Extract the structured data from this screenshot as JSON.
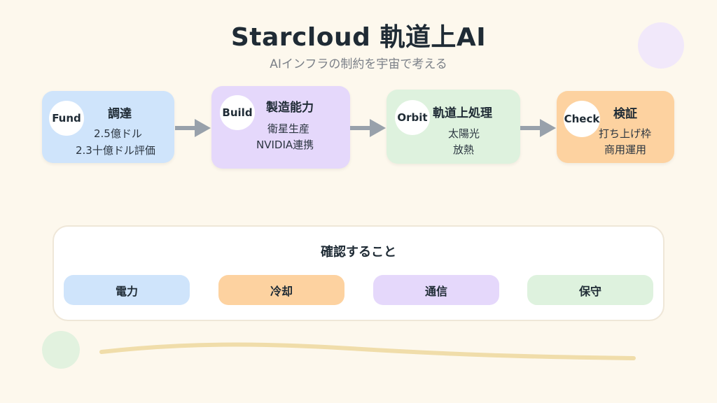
{
  "title": "Starcloud 軌道上AI",
  "subtitle": "AIインフラの制約を宇宙で考える",
  "colors": {
    "background": "#fdf8ed",
    "blue": "#cfe4fb",
    "purple": "#e5d8fb",
    "green": "#def2de",
    "orange": "#fdd2a0",
    "arrow": "#98a1ab",
    "wave": "#f0ddaa"
  },
  "steps": [
    {
      "badge": "Fund",
      "title": "調達",
      "details": [
        "2.5億ドル",
        "2.3十億ドル評価"
      ]
    },
    {
      "badge": "Build",
      "title": "製造能力",
      "details": [
        "衛星生産",
        "NVIDIA連携"
      ]
    },
    {
      "badge": "Orbit",
      "title": "軌道上処理",
      "details": [
        "太陽光",
        "放熱"
      ]
    },
    {
      "badge": "Check",
      "title": "検証",
      "details": [
        "打ち上げ枠",
        "商用運用"
      ]
    }
  ],
  "checklist": {
    "title": "確認すること",
    "items": [
      "電力",
      "冷却",
      "通信",
      "保守"
    ]
  }
}
